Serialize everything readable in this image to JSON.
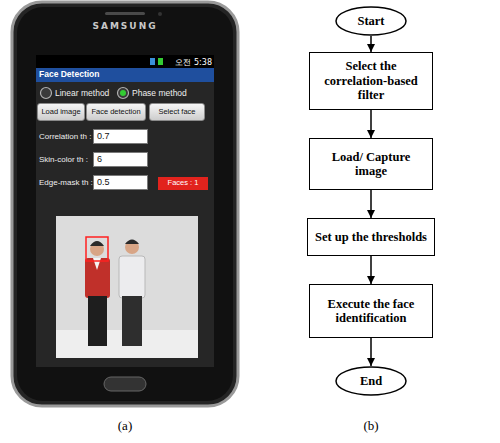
{
  "diagram": {
    "nodes": [
      {
        "text": [
          "Face Detection"
        ]
      },
      {
        "text": [
          "Load image"
        ]
      },
      {
        "text": [
          "Face detection"
        ]
      },
      {
        "text": [
          "Select face"
        ]
      },
      {
        "text": [
          "0.7"
        ]
      },
      {
        "text": [
          "6"
        ]
      },
      {
        "text": [
          "0.5"
        ]
      },
      {
        "text": [
          "Faces : 1"
        ]
      },
      {
        "text": [
          "Start"
        ]
      },
      {
        "text": [
          "Select the correlation-based filter"
        ]
      },
      {
        "text": [
          "Load/ Capture image"
        ]
      },
      {
        "text": [
          "Set up the thresholds"
        ]
      },
      {
        "text": [
          "Execute the face identification"
        ]
      },
      {
        "text": [
          "End"
        ]
      }
    ],
    "edges": [
      {
        "from": 8,
        "to": 9,
        "arrow": "to"
      },
      {
        "from": 9,
        "to": 10,
        "arrow": "to"
      },
      {
        "from": 10,
        "to": 11,
        "arrow": "to"
      },
      {
        "from": 11,
        "to": 12,
        "arrow": "to"
      },
      {
        "from": 12,
        "to": 13,
        "arrow": "to"
      }
    ],
    "labels": [
      "SAMSUNG",
      "오전 5:38",
      "Linear method",
      "Phase method",
      "Correlation th :",
      "Skin-color th :",
      "Edge-mask th :",
      "(a)",
      "(b)"
    ]
  }
}
